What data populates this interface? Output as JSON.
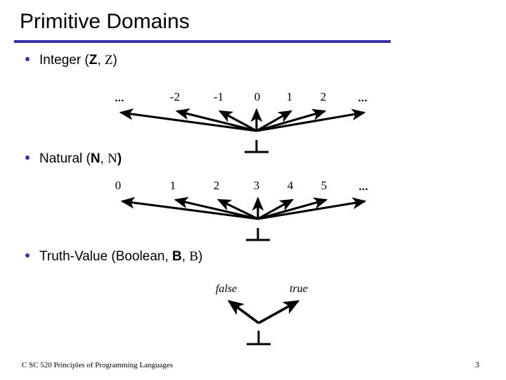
{
  "slide": {
    "title": "Primitive Domains",
    "accent_color": "#3333aa",
    "background_color": "#ffffff",
    "text_color": "#000000"
  },
  "bullets": [
    {
      "name": "integer",
      "prefix": "Integer (",
      "symbol_bold": "Z",
      "separator": ", ",
      "symbol_serif": "Z",
      "suffix": ")"
    },
    {
      "name": "natural",
      "prefix": "Natural (",
      "symbol_bold": "N",
      "separator": ", ",
      "symbol_serif": "N",
      "suffix": ")"
    },
    {
      "name": "boolean",
      "prefix": "Truth-Value (Boolean, ",
      "symbol_bold": "B",
      "separator": ", ",
      "symbol_serif": "B",
      "suffix": ")"
    }
  ],
  "lattices": [
    {
      "name": "integer-lattice",
      "bottom_symbol": "⊥",
      "elements": [
        "...",
        "-2",
        "-1",
        "0",
        "1",
        "2",
        "..."
      ]
    },
    {
      "name": "natural-lattice",
      "bottom_symbol": "⊥",
      "elements": [
        "0",
        "1",
        "2",
        "3",
        "4",
        "5",
        "..."
      ]
    },
    {
      "name": "boolean-lattice",
      "bottom_symbol": "⊥",
      "elements": [
        "false",
        "true"
      ]
    }
  ],
  "footer": {
    "course": "C SC 520 Principles of Programming Languages",
    "page_number": "3"
  }
}
